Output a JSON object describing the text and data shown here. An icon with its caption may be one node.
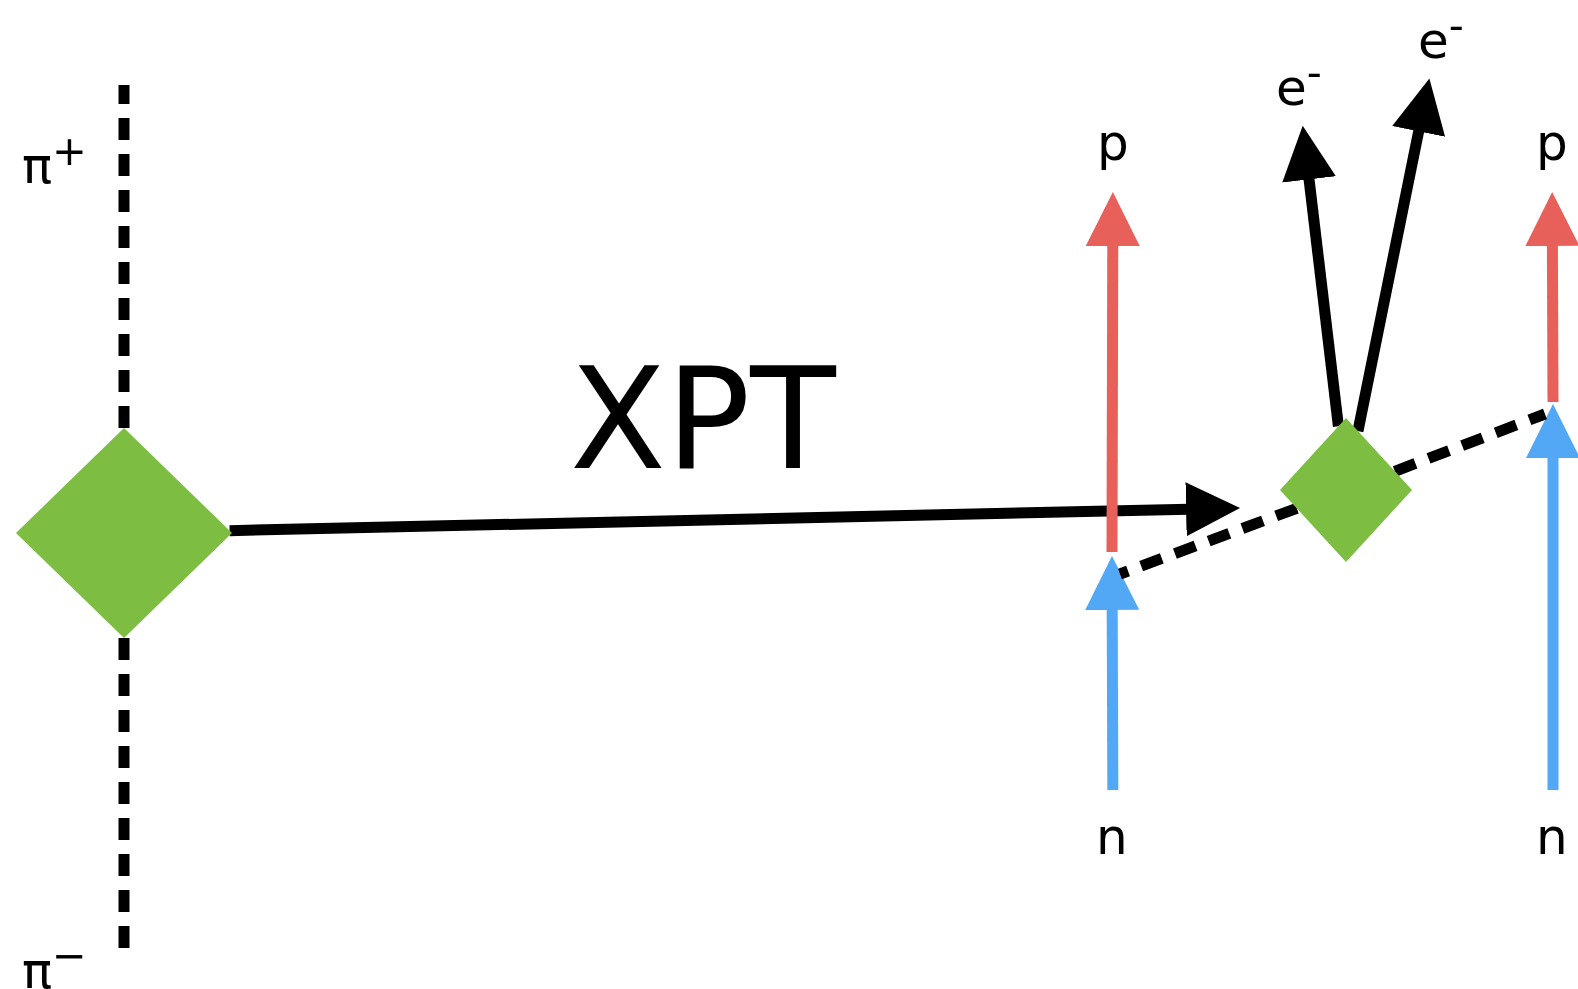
{
  "diagram": {
    "nodes": [
      {
        "text": [],
        "shape": "diamond"
      },
      {
        "text": [
          "p"
        ]
      },
      {
        "text": [
          "n"
        ]
      },
      {
        "text": [],
        "shape": "diamond"
      },
      {
        "text": [
          "e$^{-}$"
        ]
      },
      {
        "text": [
          "e$^{-}$"
        ]
      },
      {
        "text": [
          "p"
        ]
      },
      {
        "text": [
          "n"
        ]
      }
    ],
    "edges": [
      {
        "from": 0,
        "to": null,
        "arrow": "none",
        "style": "dashed"
      },
      {
        "from": 0,
        "to": null,
        "arrow": "none",
        "style": "dashed"
      },
      {
        "from": 0,
        "to": null,
        "arrow": "to",
        "label": "XPT"
      },
      {
        "from": 2,
        "to": null,
        "arrow": "to",
        "color": "#52a8f5"
      },
      {
        "from": null,
        "to": 1,
        "arrow": "to",
        "color": "#e8605a"
      },
      {
        "from": 3,
        "to": null,
        "arrow": "none",
        "style": "dashed"
      },
      {
        "from": 3,
        "to": 4,
        "arrow": "to"
      },
      {
        "from": 3,
        "to": 5,
        "arrow": "to"
      },
      {
        "from": null,
        "to": 6,
        "arrow": "to",
        "color": "#e8605a"
      },
      {
        "from": 7,
        "to": null,
        "arrow": "to",
        "color": "#52a8f5"
      },
      {
        "from": 3,
        "to": null,
        "arrow": "none",
        "style": "dashed"
      }
    ],
    "labels": [
      "π$^{+}$",
      "π$^{−}$"
    ]
  }
}
